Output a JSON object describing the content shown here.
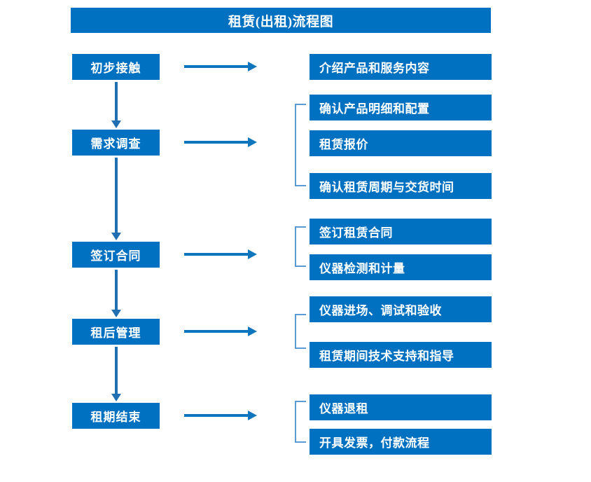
{
  "title": "租赁(出租)流程图",
  "colors": {
    "box_fill": "#0070C0",
    "box_text": "#FFFFFF",
    "arrow": "#0F75BC",
    "bracket": "#5B9BD5",
    "background": "#FFFFFF"
  },
  "stages": [
    {
      "label": "初步接触"
    },
    {
      "label": "需求调查"
    },
    {
      "label": "签订合同"
    },
    {
      "label": "租后管理"
    },
    {
      "label": "租期结束"
    }
  ],
  "details": [
    {
      "label": "介绍产品和服务内容"
    },
    {
      "label": "确认产品明细和配置"
    },
    {
      "label": "租赁报价"
    },
    {
      "label": "确认租赁周期与交货时间"
    },
    {
      "label": "签订租赁合同"
    },
    {
      "label": "仪器检测和计量"
    },
    {
      "label": "仪器进场、调试和验收"
    },
    {
      "label": "租赁期间技术支持和指导"
    },
    {
      "label": "仪器退租"
    },
    {
      "label": "开具发票，付款流程"
    }
  ]
}
